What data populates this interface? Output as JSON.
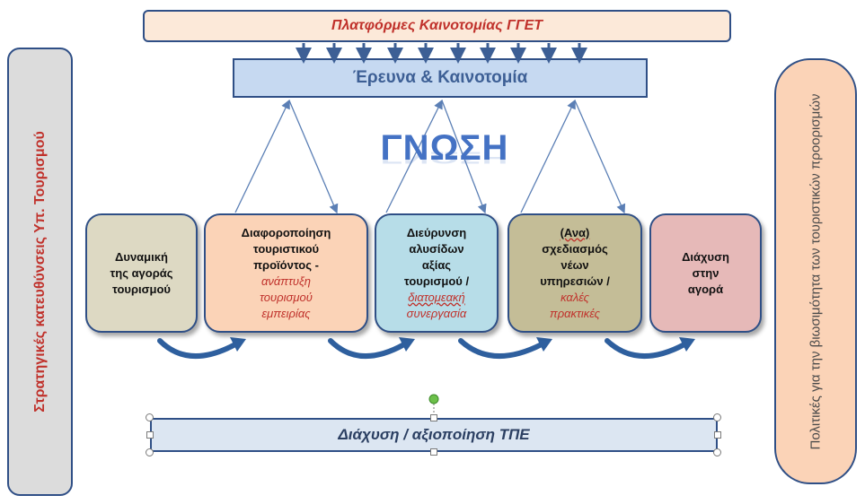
{
  "left_banner": "Στρατηγικές κατευθύνσεις Υπ. Τουρισμού",
  "right_banner": "Πολιτικές για την βιωσιμότητα των τουριστικών προορισμών",
  "platform_bar": "Πλατφόρμες Καινοτομίας ΓΓΕΤ",
  "research_box": "Έρευνα & Καινοτομία",
  "center_title": "ΓΝΩΣΗ",
  "boxes": [
    {
      "lines": [
        "Δυναμική",
        "της αγοράς",
        "τουρισμού"
      ],
      "italic_lines": []
    },
    {
      "lines": [
        "Διαφοροποίηση",
        "τουριστικού",
        "προϊόντος -"
      ],
      "italic_lines": [
        "ανάπτυξη",
        "τουρισμού",
        "εμπειρίας"
      ]
    },
    {
      "lines": [
        "Διεύρυνση",
        "αλυσίδων",
        "αξίας",
        "τουρισμού /"
      ],
      "italic_lines": [
        "διατομεακή",
        "συνεργασία"
      ]
    },
    {
      "lines_a": "(Ανα)",
      "lines": [
        "σχεδιασμός",
        "νέων",
        "υπηρεσιών /"
      ],
      "italic_lines": [
        "καλές",
        "πρακτικές"
      ]
    },
    {
      "lines": [
        "Διάχυση",
        "στην",
        "αγορά"
      ],
      "italic_lines": []
    }
  ],
  "bottom_bar": "Διάχυση / αξιοποίηση ΤΠΕ",
  "colors": {
    "border": "#2f4f86",
    "accent_red": "#c0312b",
    "title_blue": "#4472c4",
    "arrow_blue": "#2e5f9e"
  }
}
